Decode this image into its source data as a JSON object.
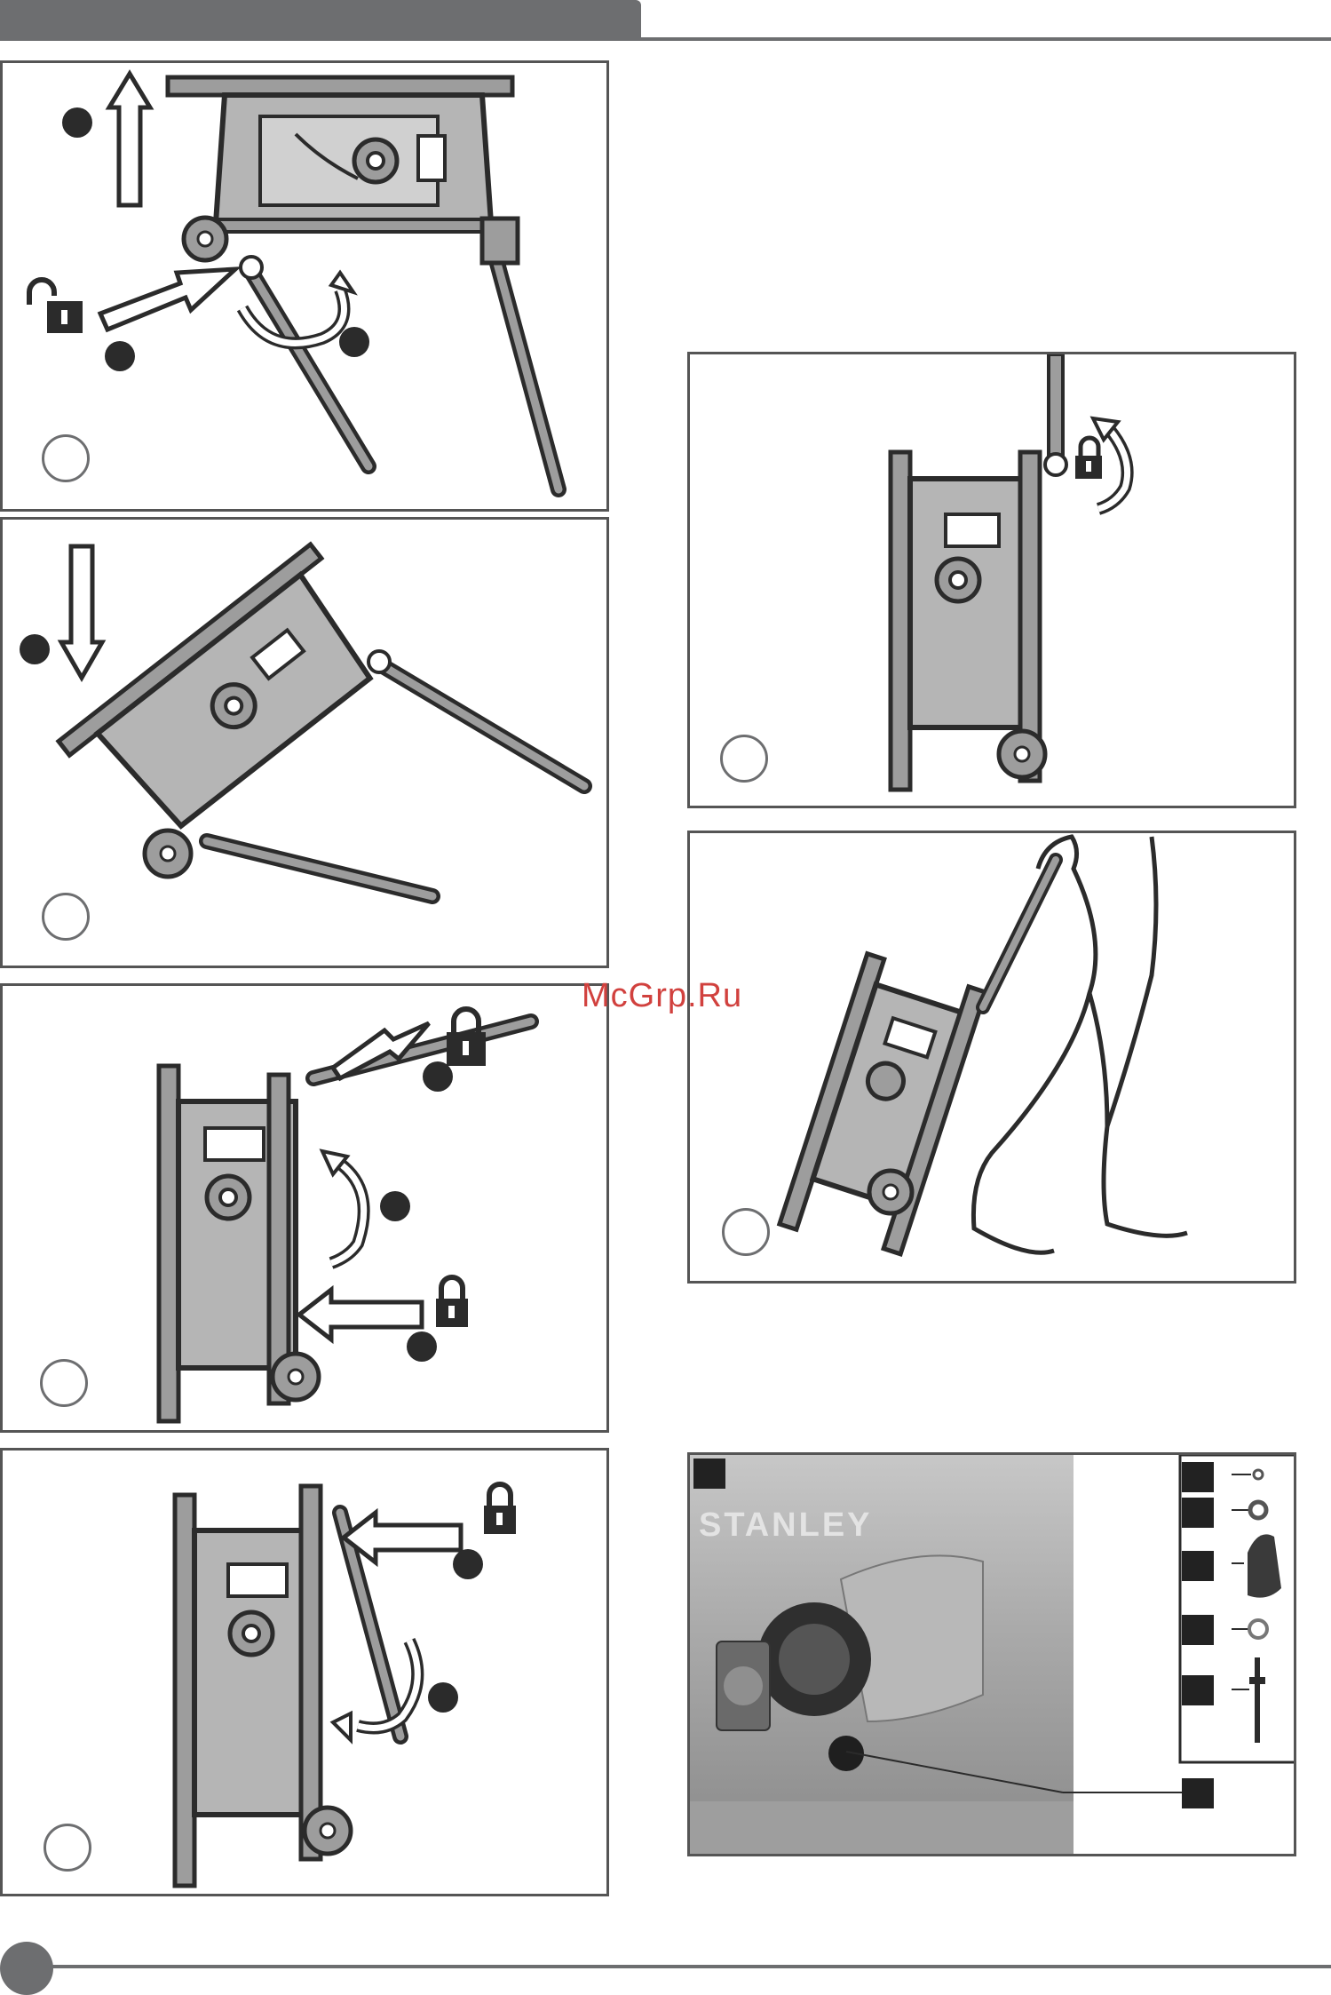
{
  "watermark": {
    "text": "McGrp.Ru",
    "color": "#d1413e"
  },
  "photo": {
    "brand_text": "STANLEY"
  },
  "colors": {
    "header_gray": "#6d6e70",
    "machine_gray": "#9d9d9d",
    "outline": "#2b2b2b",
    "callout": "#2b2b2b"
  },
  "icons": [
    "up-arrow-icon",
    "down-arrow-icon",
    "unlock-padlock-icon",
    "lock-padlock-icon",
    "rotate-arrow-icon",
    "push-arrow-icon"
  ],
  "figures": [
    {
      "id": "fig-a",
      "content": "table saw on stand, lift up, unlock legs, rotate"
    },
    {
      "id": "fig-b",
      "content": "table saw tilting down on stand"
    },
    {
      "id": "fig-c",
      "content": "saw upright, fold leg, rotate, lock"
    },
    {
      "id": "fig-d",
      "content": "saw upright, legs folded, lock"
    },
    {
      "id": "fig-e",
      "content": "saw upright with handle extended, rotate lock"
    },
    {
      "id": "fig-f",
      "content": "person pulling saw on wheels"
    },
    {
      "id": "fig-g",
      "content": "photo of rip fence storage with parts"
    }
  ]
}
